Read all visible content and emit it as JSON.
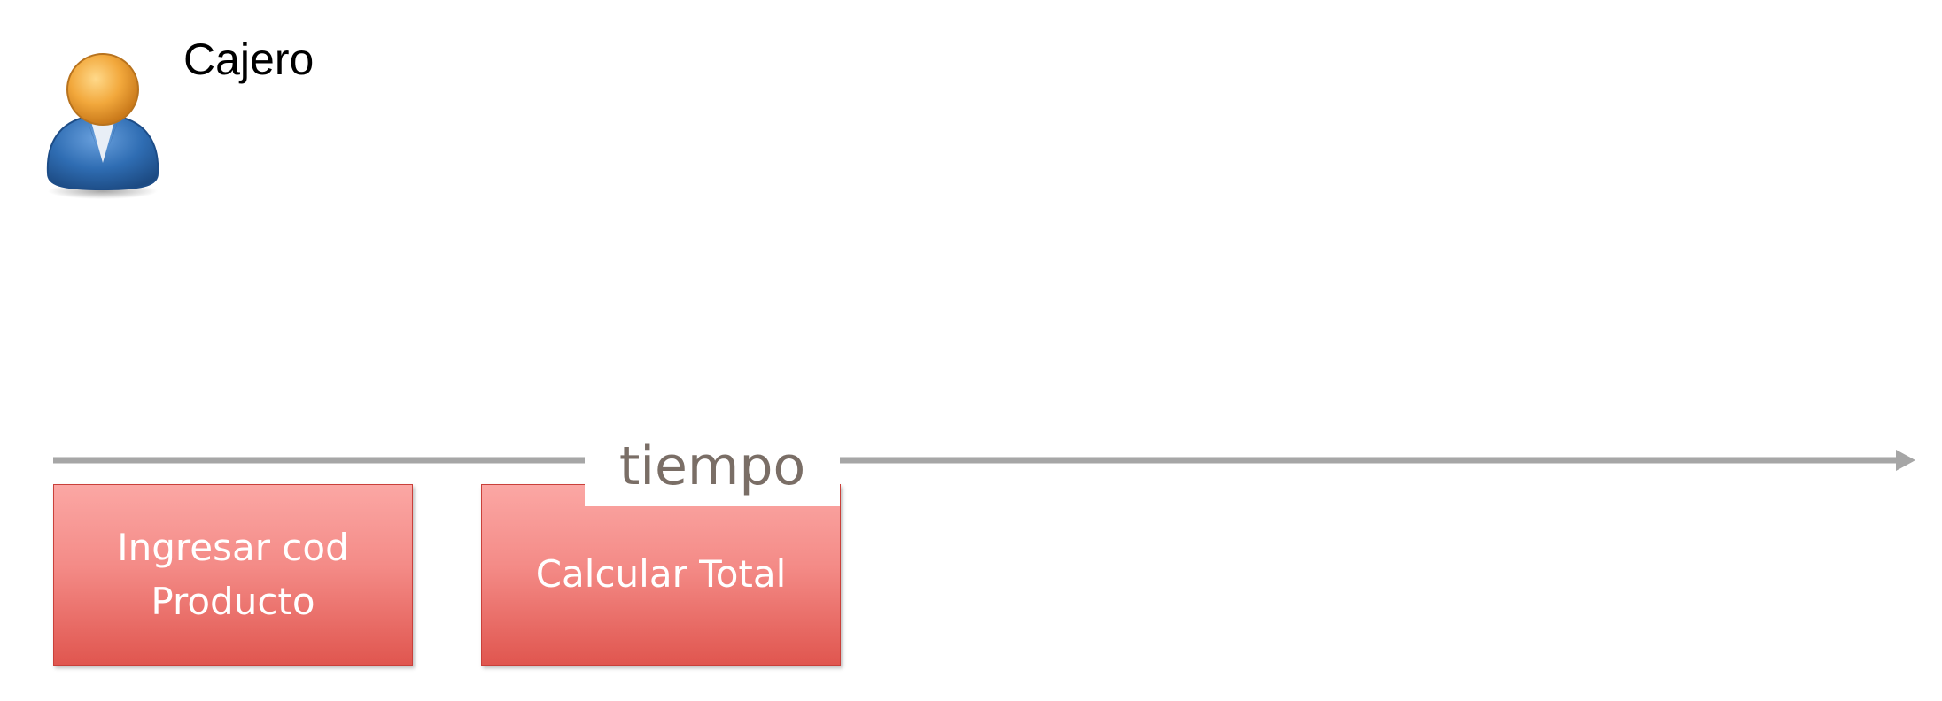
{
  "actor": {
    "label": "Cajero",
    "icon": "user-icon"
  },
  "timeline": {
    "label": "tiempo",
    "color": "#a6a6a6"
  },
  "tasks": [
    {
      "label": "Ingresar cod\nProducto",
      "color": "#f48b87"
    },
    {
      "label": "Calcular Total",
      "color": "#f48b87"
    }
  ],
  "colors": {
    "task_fill_top": "#fba7a4",
    "task_fill_bottom": "#e0564f",
    "actor_head": "#f0a53a",
    "actor_body": "#2f6db3",
    "axis_text": "#7a6e66"
  }
}
